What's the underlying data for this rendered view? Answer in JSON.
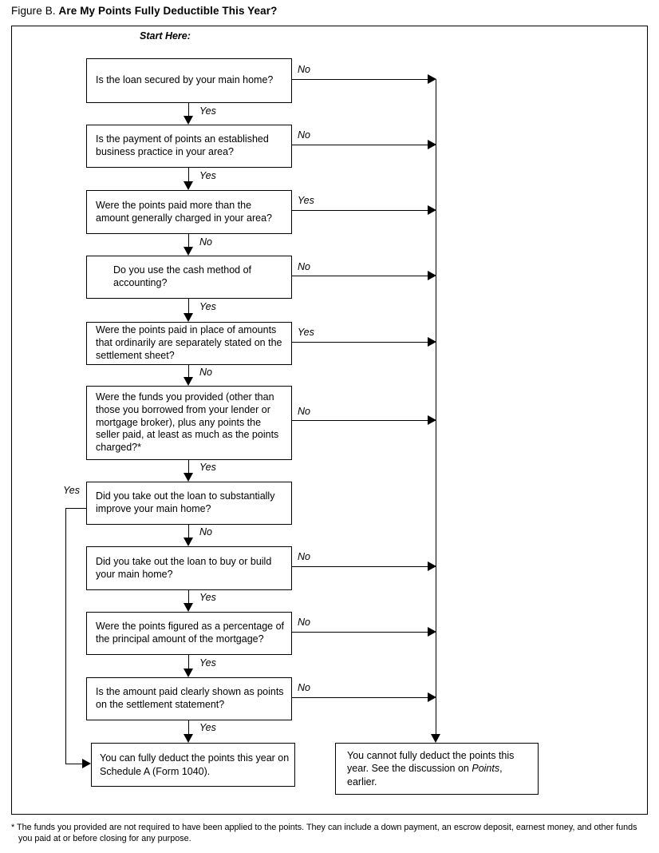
{
  "figure": {
    "label": "Figure B.",
    "title": "Are My Points Fully Deductible This Year?"
  },
  "start_here": "Start Here:",
  "questions": [
    {
      "text": "Is the loan secured by your main home?",
      "right_label": "No",
      "down_label": "Yes"
    },
    {
      "text": "Is the payment of points an established business practice in your area?",
      "right_label": "No",
      "down_label": "Yes"
    },
    {
      "text": "Were the points paid more than the amount generally charged in your area?",
      "right_label": "Yes",
      "down_label": "No"
    },
    {
      "text": "Do you use the cash method of accounting?",
      "right_label": "No",
      "down_label": "Yes"
    },
    {
      "text": "Were the points paid in place of amounts that ordinarily are separately stated on the settlement sheet?",
      "right_label": "Yes",
      "down_label": "No"
    },
    {
      "text": "Were the funds you provided (other than those you borrowed from your lender or mortgage broker), plus any points the seller paid, at least as much as the points charged?*",
      "right_label": "No",
      "down_label": "Yes"
    },
    {
      "text": "Did you take out the loan to substantially improve your main home?",
      "left_label": "Yes",
      "down_label": "No"
    },
    {
      "text": "Did you take out the loan to buy or build your main home?",
      "right_label": "No",
      "down_label": "Yes"
    },
    {
      "text": "Were the points figured as a percentage of the principal amount of the mortgage?",
      "right_label": "No",
      "down_label": "Yes"
    },
    {
      "text": "Is the amount paid clearly shown as points on the settlement statement?",
      "right_label": "No",
      "down_label": "Yes"
    }
  ],
  "outcomes": {
    "deductible": "You can fully deduct the points this year on Schedule A (Form 1040).",
    "not_deductible_pre": "You cannot fully deduct the points this year. See the discussion on ",
    "not_deductible_term": "Points",
    "not_deductible_post": ", earlier."
  },
  "footnote": "* The funds you provided are not required to have been applied to the points. They can include a down payment, an escrow deposit, earnest money, and other funds you paid at or before closing for any purpose."
}
